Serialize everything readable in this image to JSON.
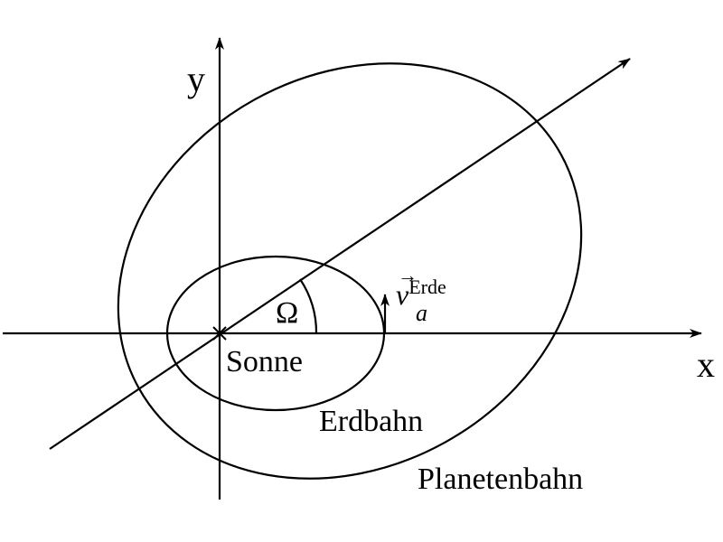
{
  "diagram": {
    "axes": {
      "x_label": "x",
      "y_label": "y"
    },
    "labels": {
      "sun": "Sonne",
      "earth_orbit": "Erdbahn",
      "planet_orbit": "Planetenbahn",
      "angle": "Ω",
      "velocity_symbol": "v",
      "velocity_vector_mark": "→",
      "velocity_subscript": "a",
      "velocity_superscript": "Erde"
    },
    "colors": {
      "stroke": "#000000",
      "background": "#ffffff"
    }
  }
}
